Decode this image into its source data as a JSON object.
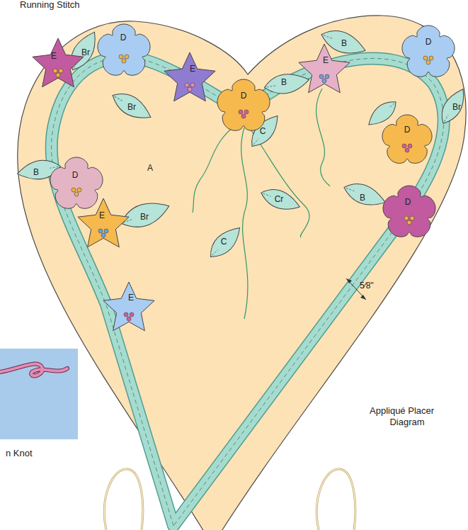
{
  "diagram": {
    "labels": [
      "Running Stitch",
      "Br",
      "D",
      "B",
      "D",
      "E",
      "E",
      "E",
      "B",
      "D",
      "Br",
      "C",
      "D",
      "Br",
      "A",
      "B",
      "D",
      "Cr",
      "B",
      "D",
      "E",
      "Br",
      "C",
      "E",
      "5⁄8\"",
      "Appliqué Placer",
      "Diagram",
      "n Knot"
    ]
  }
}
